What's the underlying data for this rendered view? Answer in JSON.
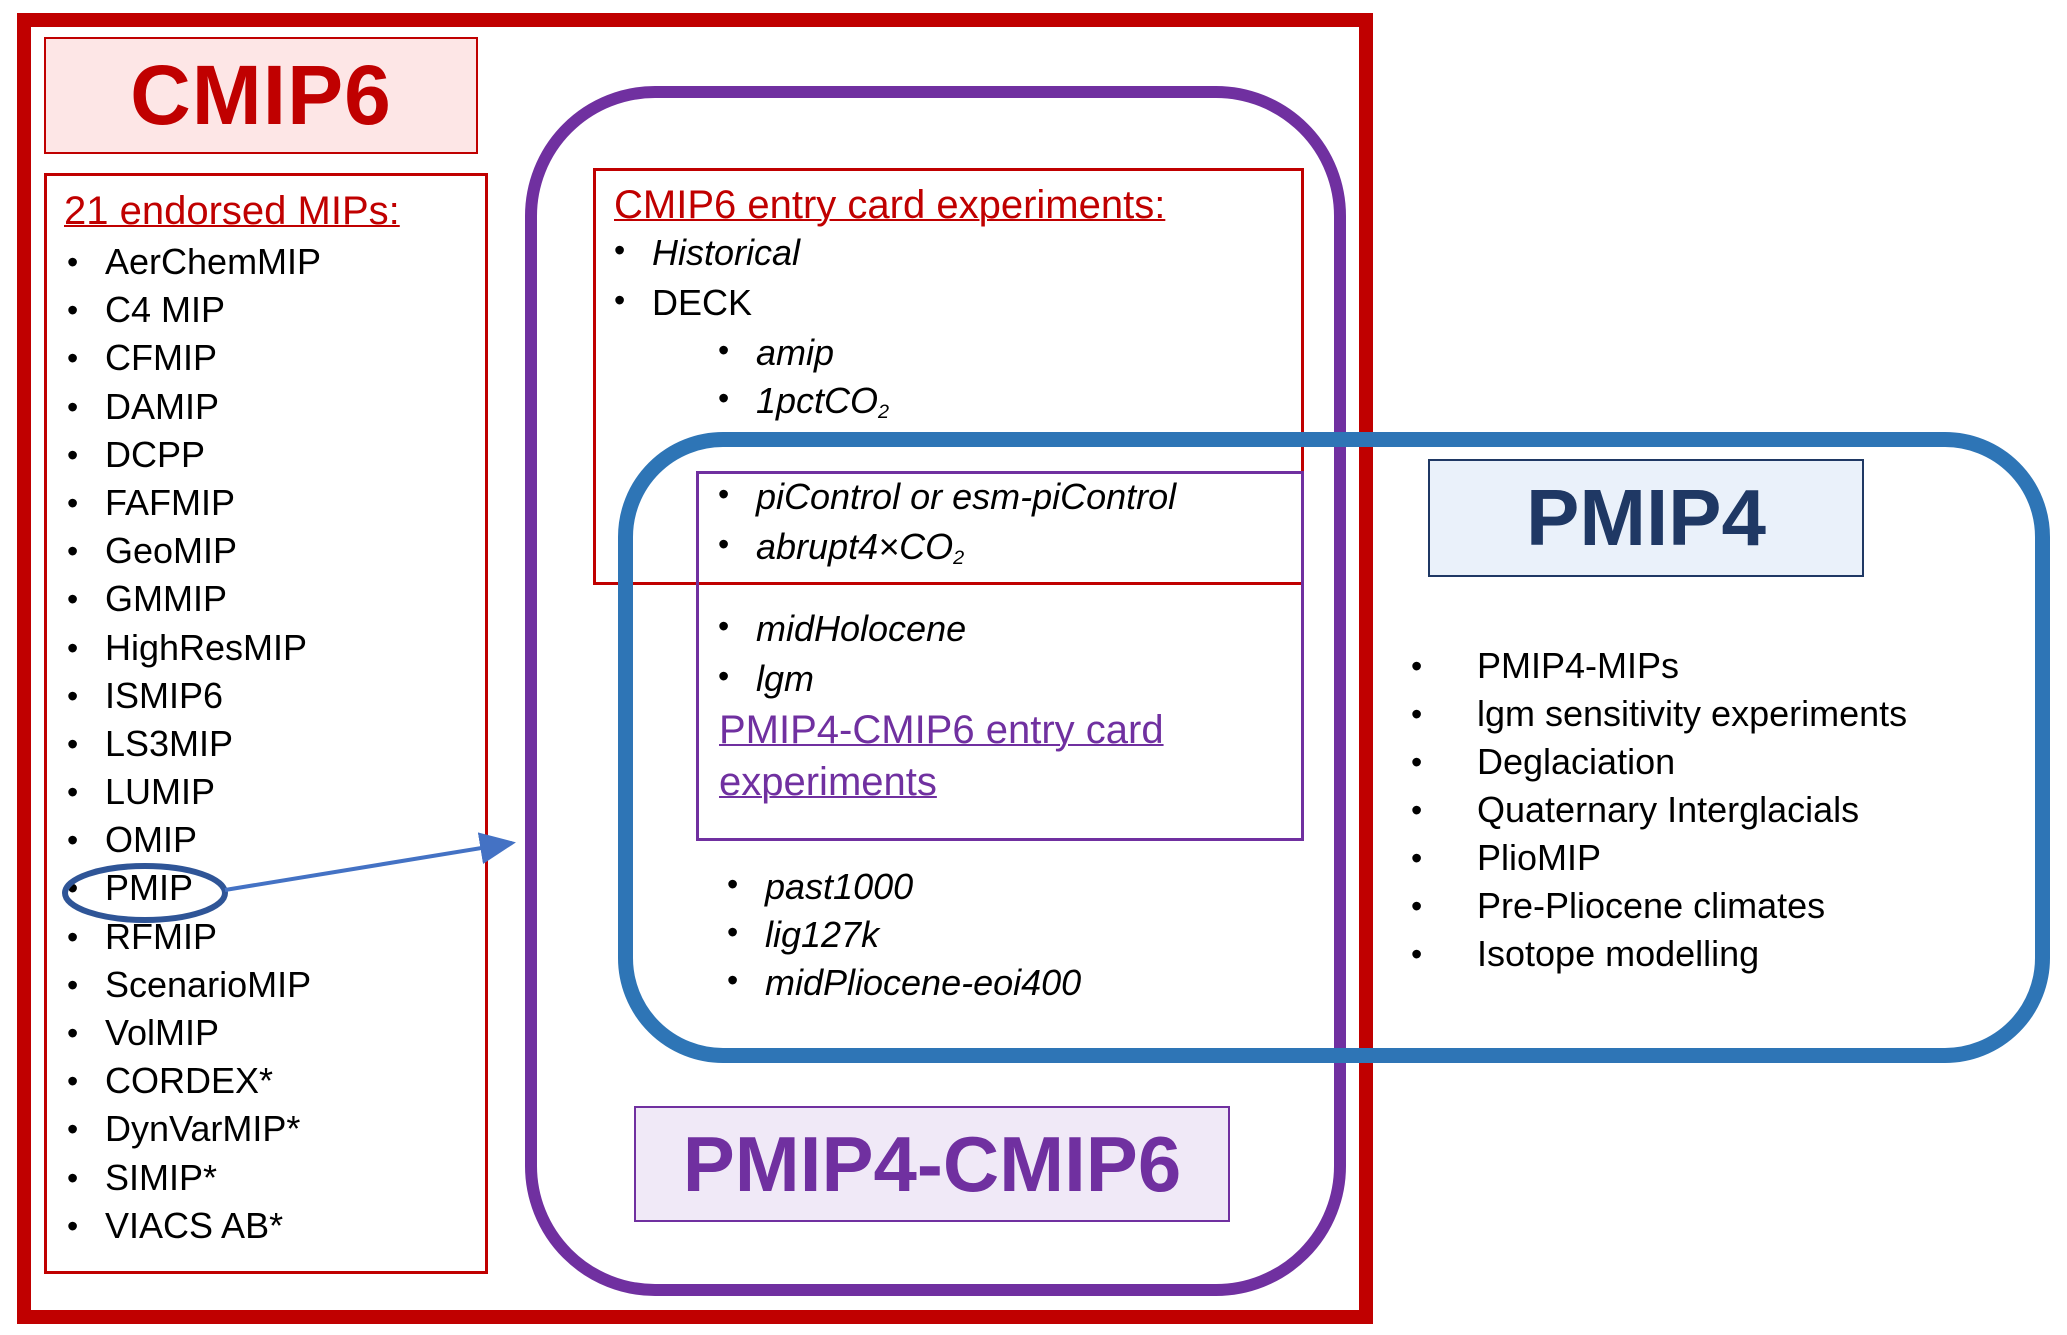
{
  "cmip6": {
    "title": "CMIP6",
    "mips_heading": "21 endorsed MIPs:",
    "mips": [
      "AerChemMIP",
      "C4 MIP",
      "CFMIP",
      "DAMIP",
      "DCPP",
      "FAFMIP",
      "GeoMIP",
      "GMMIP",
      "HighResMIP",
      "ISMIP6",
      "LS3MIP",
      "LUMIP",
      "OMIP",
      "PMIP",
      "RFMIP",
      "ScenarioMIP",
      "VolMIP",
      "CORDEX*",
      "DynVarMIP*",
      "SIMIP*",
      "VIACS AB*"
    ],
    "highlighted_mip": "PMIP"
  },
  "entry_card": {
    "heading": "CMIP6 entry card experiments:",
    "items": {
      "historical": "Historical",
      "deck": "DECK",
      "amip": "amip",
      "onepct_base": "1pctCO",
      "onepct_sub": "2",
      "picontrol": "piControl or esm-piControl",
      "abrupt_base": "abrupt4×CO",
      "abrupt_sub": "2"
    }
  },
  "pmip4_cmip6": {
    "title": "PMIP4-CMIP6",
    "entry_card_label": "PMIP4-CMIP6 entry card experiments",
    "core_experiments": [
      "midHolocene",
      "lgm"
    ],
    "tier_experiments": [
      "past1000",
      "lig127k",
      "midPliocene-eoi400"
    ]
  },
  "pmip4": {
    "title": "PMIP4",
    "items": [
      "PMIP4-MIPs",
      "lgm sensitivity experiments",
      "Deglaciation",
      "Quaternary Interglacials",
      "PlioMIP",
      "Pre-Pliocene climates",
      "Isotope modelling"
    ]
  },
  "colors": {
    "cmip6_red": "#C00000",
    "pmip4_cmip6_purple": "#7030A0",
    "pmip4_blue": "#2E75B6",
    "pmip4_navy": "#1F3864"
  },
  "bullet": "•"
}
